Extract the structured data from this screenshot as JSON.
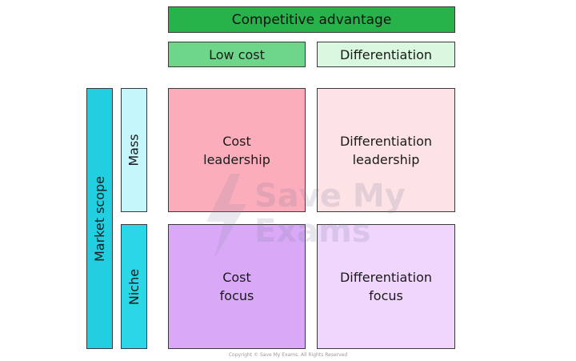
{
  "header": {
    "title": "Competitive advantage",
    "low_cost": "Low cost",
    "differentiation": "Differentiation"
  },
  "scope": {
    "title": "Market scope",
    "mass": "Mass",
    "niche": "Niche"
  },
  "cells": {
    "cost_leadership": [
      "Cost",
      "leadership"
    ],
    "differentiation_leadership": [
      "Differentiation",
      "leadership"
    ],
    "cost_focus": [
      "Cost",
      "focus"
    ],
    "differentiation_focus": [
      "Differentiation",
      "focus"
    ]
  },
  "watermark": {
    "line1": "Save My",
    "line2": "Exams"
  },
  "footer": {
    "copyright": "Copyright © Save My Exams. All Rights Reserved"
  },
  "colors": {
    "header_main": "#27b24a",
    "header_low_cost": "#6dd68a",
    "header_differentiation": "#d9f8df",
    "scope_main": "#22cfe0",
    "scope_mass": "#c5f6fb",
    "scope_niche": "#2bd7e6",
    "cost_leadership": "#fbadbc",
    "differentiation_leadership": "#fde2e6",
    "cost_focus": "#d9a9f8",
    "differentiation_focus": "#f0d6fc"
  }
}
